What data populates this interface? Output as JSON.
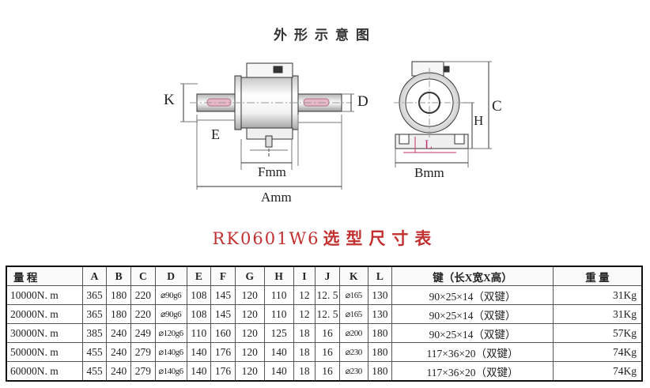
{
  "diagram": {
    "title": "外形示意图",
    "labels": {
      "K": "K",
      "E": "E",
      "F": "Fmm",
      "A": "Amm",
      "D": "D",
      "H": "H",
      "C": "C",
      "L": "L",
      "B": "Bmm"
    }
  },
  "spec": {
    "model": "RK0601W6",
    "title": "选型尺寸表",
    "headers": [
      "量 程",
      "A",
      "B",
      "C",
      "D",
      "E",
      "F",
      "G",
      "H",
      "I",
      "J",
      "K",
      "L",
      "键（长X宽X高）",
      "重 量"
    ],
    "rows": [
      [
        "10000N. m",
        "365",
        "180",
        "220",
        "⌀90g6",
        "108",
        "145",
        "120",
        "110",
        "12",
        "12. 5",
        "⌀165",
        "130",
        "90×25×14（双键）",
        "31Kg"
      ],
      [
        "20000N. m",
        "365",
        "180",
        "220",
        "⌀90g6",
        "108",
        "145",
        "120",
        "110",
        "12",
        "12. 5",
        "⌀165",
        "130",
        "90×25×14（双键）",
        "31Kg"
      ],
      [
        "30000N. m",
        "385",
        "240",
        "249",
        "⌀120g6",
        "110",
        "160",
        "120",
        "125",
        "18",
        "16",
        "⌀200",
        "180",
        "90×25×14（双键）",
        "57Kg"
      ],
      [
        "50000N. m",
        "455",
        "240",
        "279",
        "⌀140g6",
        "140",
        "176",
        "120",
        "140",
        "18",
        "16",
        "⌀230",
        "180",
        "117×36×20（双键）",
        "74Kg"
      ],
      [
        "60000N. m",
        "455",
        "240",
        "279",
        "⌀140g6",
        "140",
        "176",
        "120",
        "140",
        "18",
        "16",
        "⌀230",
        "180",
        "117×36×20（双键）",
        "74Kg"
      ]
    ]
  }
}
